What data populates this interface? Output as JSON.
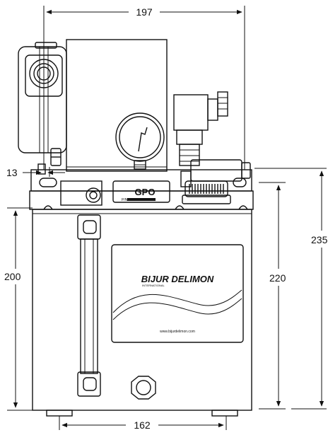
{
  "dimensions": {
    "top_width": "197",
    "left_offset": "13",
    "left_height": "200",
    "inner_height": "220",
    "total_height": "235",
    "bottom_width": "162"
  },
  "labels": {
    "pump_model": "GPO",
    "pm_tag": "P/N",
    "brand": "BIJUR DELIMON",
    "brand_sub": "INTERNATIONAL",
    "website": "www.bijurdelimon.com"
  }
}
